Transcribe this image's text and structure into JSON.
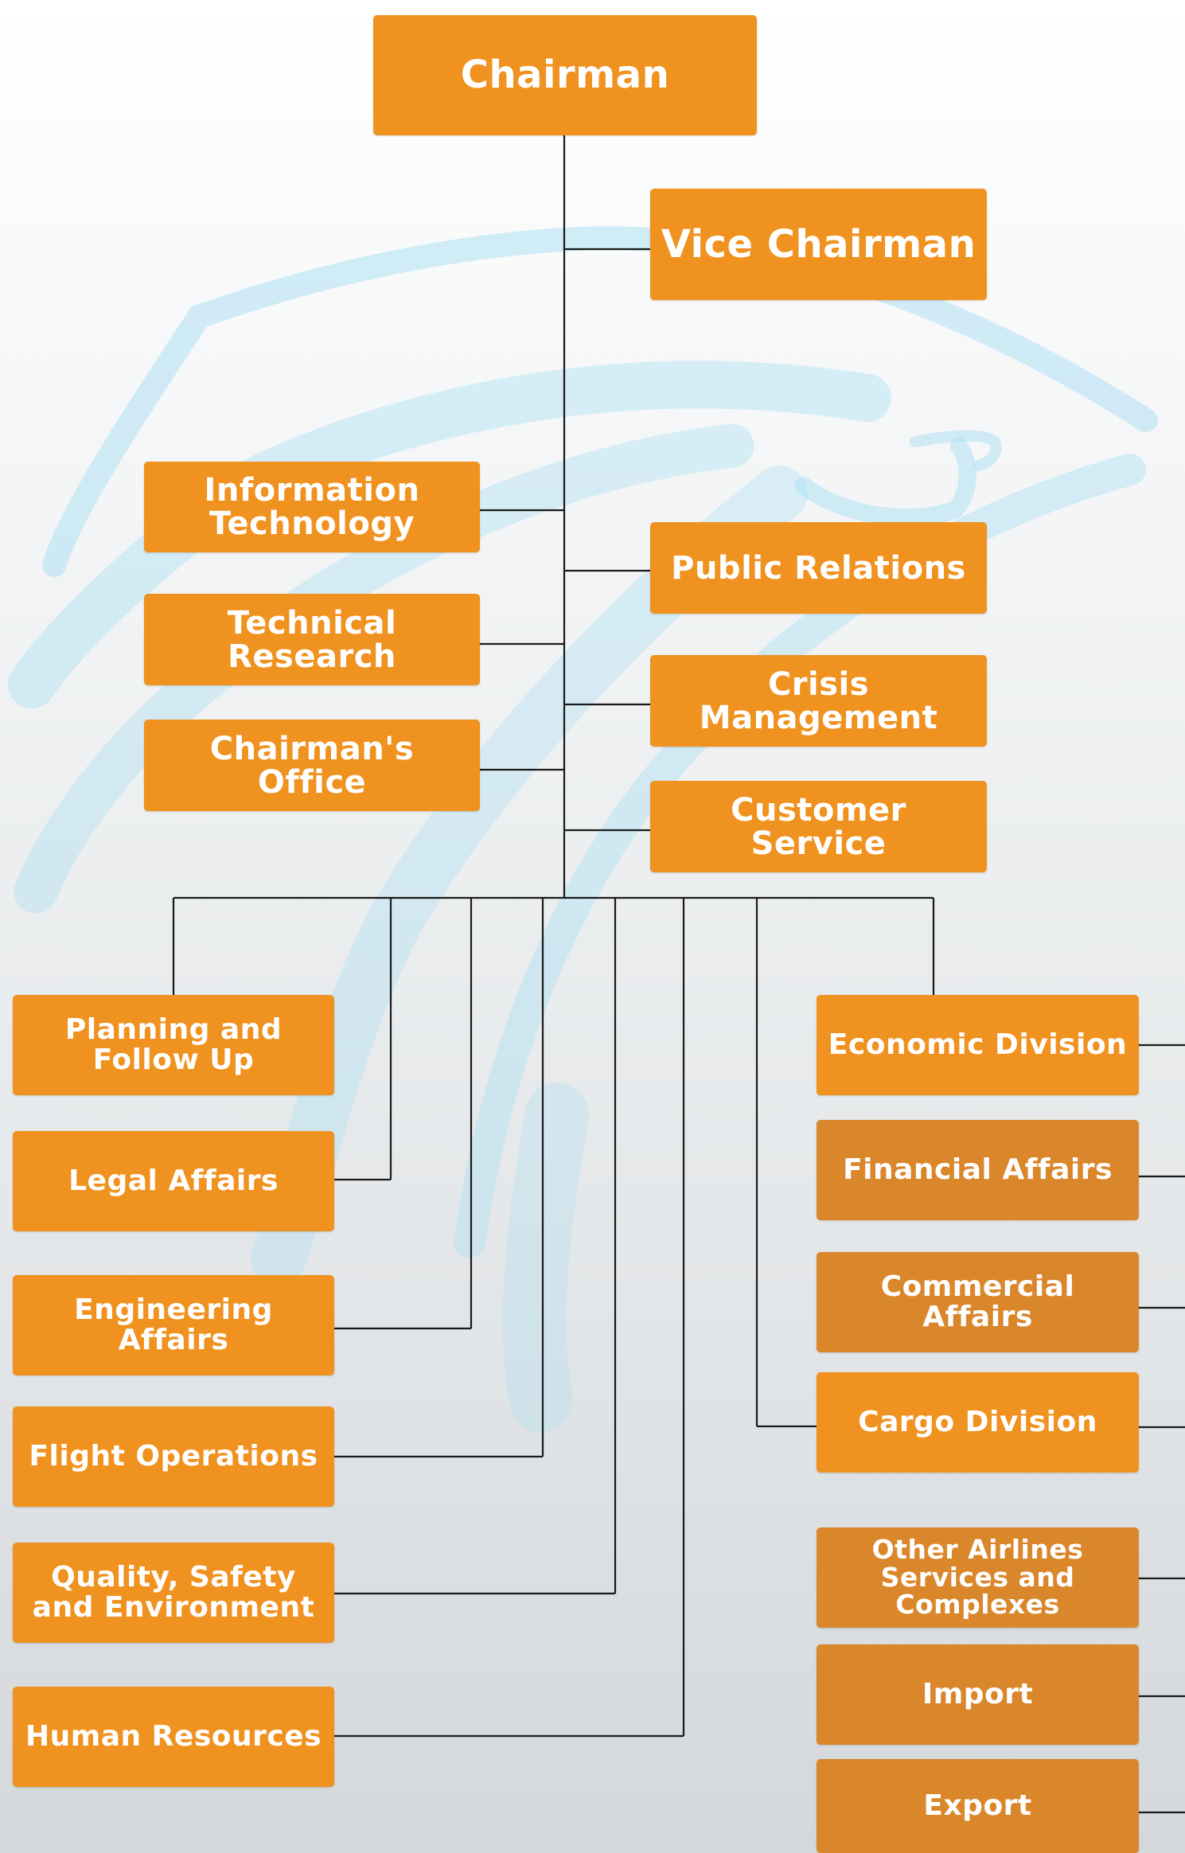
{
  "colors": {
    "box_primary": "#f0921f",
    "box_secondary": "#da862a",
    "connector": "#1a1a1a",
    "wing": "#aee0f4",
    "text": "#ffffff"
  },
  "chairman": "Chairman",
  "vice_chairman": "Vice Chairman",
  "staff_left": {
    "information_technology": "Information Technology",
    "technical_research": "Technical Research",
    "chairmans_office": "Chairman's Office"
  },
  "staff_right": {
    "public_relations": "Public Relations",
    "crisis_management": "Crisis Management",
    "customer_service": "Customer Service"
  },
  "divisions_left": {
    "planning_follow_up": "Planning and Follow Up",
    "legal_affairs": "Legal Affairs",
    "engineering_affairs": "Engineering Affairs",
    "flight_operations": "Flight Operations",
    "quality_safety_environment": "Quality, Safety and Environment",
    "human_resources": "Human Resources"
  },
  "divisions_right": {
    "economic_division": "Economic Division",
    "financial_affairs": "Financial Affairs",
    "commercial_affairs": "Commercial Affairs",
    "cargo_division": "Cargo Division",
    "other_airlines": "Other Airlines Services and Complexes",
    "import": "Import",
    "export": "Export"
  }
}
